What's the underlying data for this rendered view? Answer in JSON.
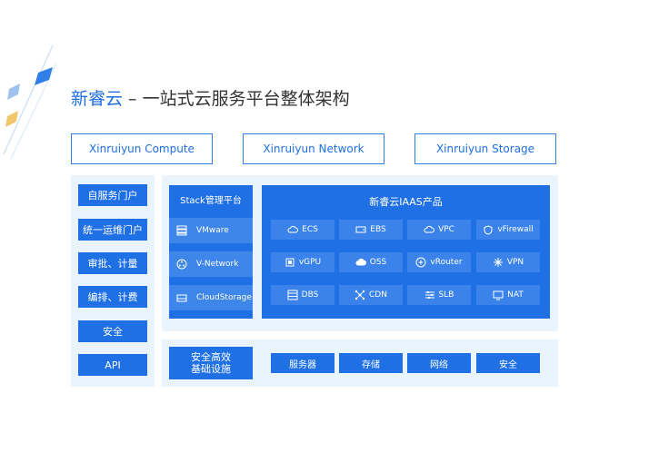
{
  "title": {
    "brand": "新睿云",
    "rest": " – 一站式云服务平台整体架构"
  },
  "top_boxes": [
    "Xinruiyun Compute",
    "Xinruiyun Network",
    "Xinruiyun Storage"
  ],
  "left_buttons": [
    "自服务门户",
    "统一运维门户",
    "审批、计量",
    "编排、计费",
    "安全",
    "API"
  ],
  "stack": {
    "title": "Stack管理平台",
    "items": [
      {
        "label": "VMware",
        "icon": "server-icon"
      },
      {
        "label": "V-Network",
        "icon": "network-nodes-icon"
      },
      {
        "label": "CloudStorage",
        "icon": "storage-drive-icon"
      }
    ]
  },
  "iaas": {
    "title": "新睿云IAAS产品",
    "items": [
      {
        "label": "ECS",
        "icon": "cloud-icon"
      },
      {
        "label": "EBS",
        "icon": "disk-icon"
      },
      {
        "label": "VPC",
        "icon": "cloud-icon"
      },
      {
        "label": "vFirewall",
        "icon": "shield-icon"
      },
      {
        "label": "vGPU",
        "icon": "gpu-chip-icon"
      },
      {
        "label": "OSS",
        "icon": "cloud-icon"
      },
      {
        "label": "vRouter",
        "icon": "router-icon"
      },
      {
        "label": "VPN",
        "icon": "vpn-icon"
      },
      {
        "label": "DBS",
        "icon": "database-icon"
      },
      {
        "label": "CDN",
        "icon": "cdn-icon"
      },
      {
        "label": "SLB",
        "icon": "slider-icon"
      },
      {
        "label": "NAT",
        "icon": "monitor-icon"
      }
    ]
  },
  "infra": {
    "title_line1": "安全高效",
    "title_line2": "基础设施",
    "items": [
      "服务器",
      "存储",
      "网络",
      "安全"
    ]
  },
  "colors": {
    "primary": "#1f6fe5",
    "panel_bg": "#eaf4fc",
    "accent_gold": "#f2c76b"
  }
}
